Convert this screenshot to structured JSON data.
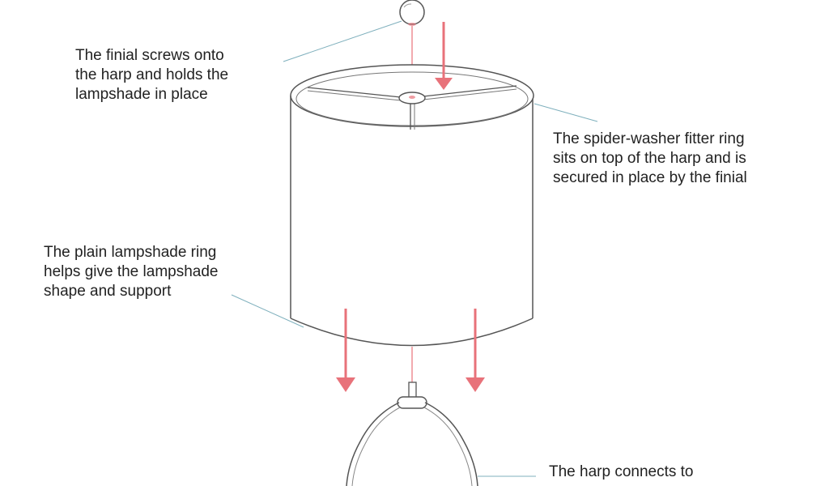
{
  "colors": {
    "outline": "#555555",
    "leader": "#7fb0bd",
    "arrow": "#e8727a",
    "text": "#222222"
  },
  "annotations": {
    "finial": {
      "lines": [
        "The finial screws onto",
        "the harp and holds the",
        "lampshade in place"
      ]
    },
    "spider_washer": {
      "lines": [
        "The spider-washer fitter ring",
        "sits on top of the harp and is",
        "secured in place by the finial"
      ]
    },
    "plain_ring": {
      "lines": [
        "The plain lampshade ring",
        "helps give the lampshade",
        "shape and support"
      ]
    },
    "harp": {
      "lines": [
        "The harp connects to"
      ]
    }
  }
}
